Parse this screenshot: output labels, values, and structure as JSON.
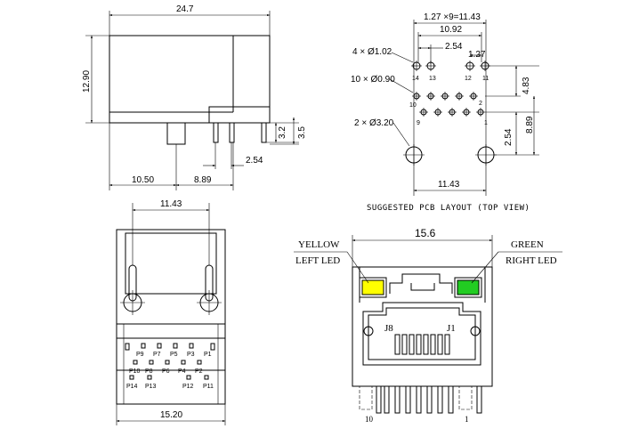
{
  "side_view": {
    "width_label": "24.7",
    "height_label": "12.90",
    "dim_a": "10.50",
    "dim_b": "8.89",
    "dim_c": "2.54",
    "dim_d": "3.2",
    "dim_e": "3.5"
  },
  "pcb_layout": {
    "pitch_label": "1.27 ×9=11.43",
    "span_label": "10.92",
    "dim_254_top": "2.54",
    "dim_127": "1.27",
    "holes_102": "4 × Ø1.02",
    "holes_090": "10 × Ø0.90",
    "holes_320": "2 × Ø3.20",
    "dim_483": "4.83",
    "dim_889": "8.89",
    "dim_254_right": "2.54",
    "dim_1143_bottom": "11.43",
    "pin_14": "14",
    "pin_13": "13",
    "pin_12": "12",
    "pin_11": "11",
    "pin_10": "10",
    "pin_9": "9",
    "pin_2": "2",
    "pin_1": "1",
    "caption": "SUGGESTED PCB LAYOUT (TOP VIEW)"
  },
  "bottom_view": {
    "top_dim": "11.43",
    "bottom_dim": "15.20",
    "pins_row1": [
      "P9",
      "P7",
      "P5",
      "P3",
      "P1"
    ],
    "pins_row2": [
      "P10",
      "P8",
      "P6",
      "P4",
      "P2"
    ],
    "pins_row3": [
      "P14",
      "P13",
      "P12",
      "P11"
    ]
  },
  "front_view": {
    "width_label": "15.6",
    "yellow_label": "YELLOW",
    "left_led_label": "LEFT LED",
    "green_label": "GREEN",
    "right_led_label": "RIGHT LED",
    "j8": "J8",
    "j1": "J1",
    "pin_10": "10",
    "pin_1": "1",
    "yellow_color": "#ffff00",
    "green_color": "#22cc22"
  }
}
